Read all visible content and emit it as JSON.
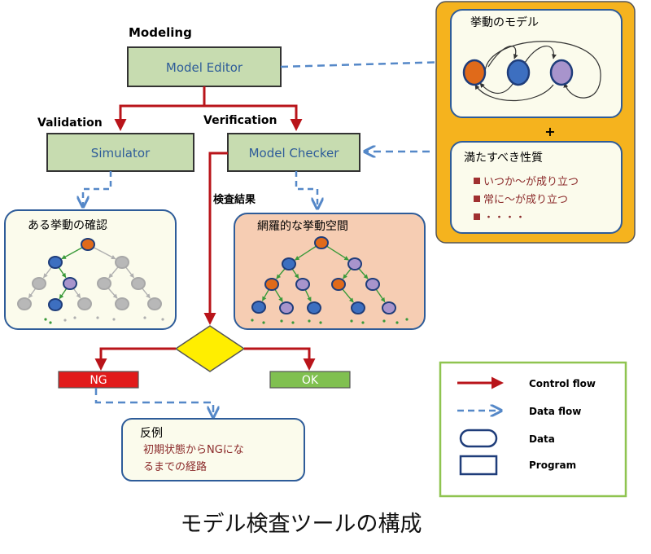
{
  "labels": {
    "modeling": "Modeling",
    "validation": "Validation",
    "verification": "Verification",
    "check_result": "検査結果"
  },
  "programs": {
    "model_editor": "Model  Editor",
    "simulator": "Simulator",
    "model_checker": "Model Checker"
  },
  "panels": {
    "behavior_model": "挙動のモデル",
    "plus": "+",
    "properties_title": "満たすべき性質",
    "property_items": [
      "いつか～が成り立つ",
      "常に～が成り立つ",
      "・・・・"
    ],
    "sim_title": "ある挙動の確認",
    "exhaustive_title": "網羅的な挙動空間",
    "counter_title": "反例",
    "counter_lines": [
      "初期状態からNGにな",
      "るまでの経路"
    ]
  },
  "results": {
    "ng": "NG",
    "ok": "OK"
  },
  "legend": {
    "items": [
      {
        "label": "Control flow"
      },
      {
        "label": "Data flow"
      },
      {
        "label": "Data"
      },
      {
        "label": "Program"
      }
    ]
  },
  "caption": "モデル検査ツールの構成",
  "colors": {
    "program_fill": "#c7dcb0",
    "program_text": "#2e5c99",
    "control_flow": "#b9141a",
    "data_flow": "#5588c8",
    "orange_node": "#e06a1a",
    "blue_node": "#3d6fc0",
    "purple_node": "#a894cc",
    "gray_node": "#b8b8b8",
    "gold_panel": "#f5b31e",
    "ng_fill": "#e11b1b",
    "ok_fill": "#80c050",
    "diamond": "#ffee00"
  }
}
